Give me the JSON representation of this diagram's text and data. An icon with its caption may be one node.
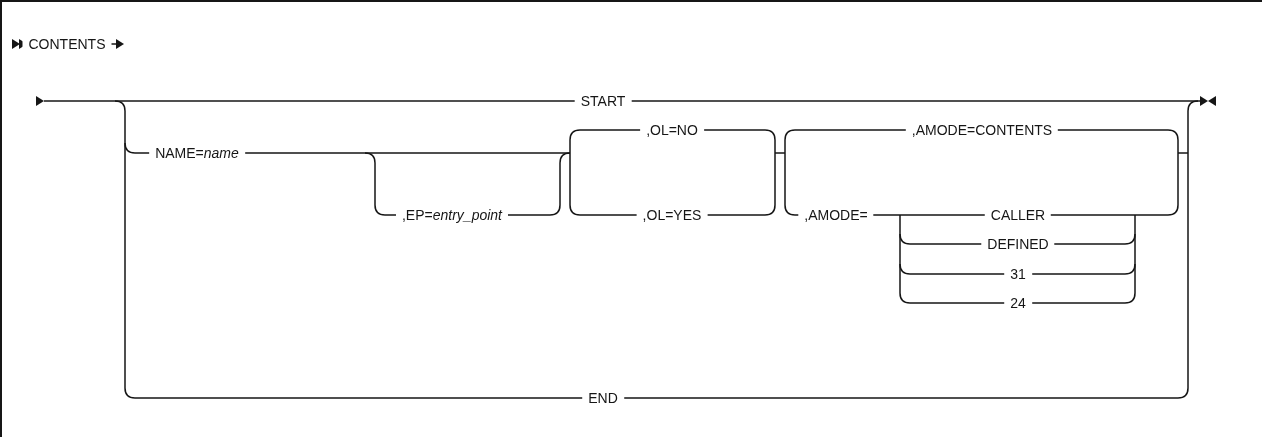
{
  "diagram": {
    "labels": [
      "CONTENTS",
      "START",
      "NAME=*name*",
      ",EP=*entry_point*",
      ",OL=NO",
      ",AMODE=CONTENTS",
      ",OL=YES",
      ",AMODE=",
      "CALLER",
      "DEFINED",
      "31",
      "24",
      "END"
    ]
  }
}
